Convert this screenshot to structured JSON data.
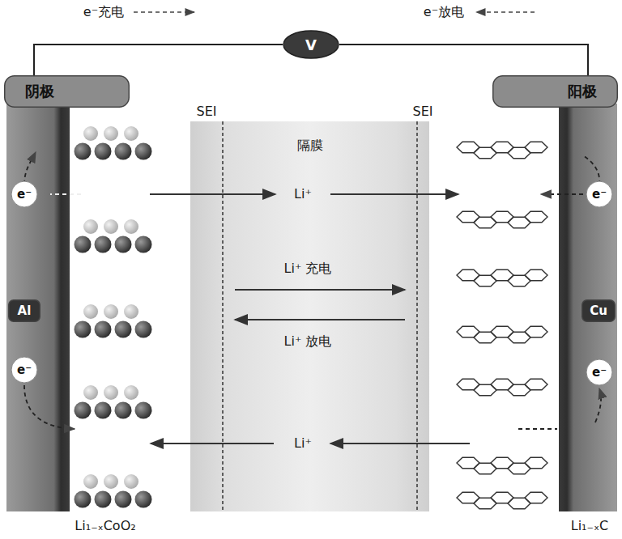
{
  "diagram": {
    "nodes": [
      {
        "text": [
          "V"
        ]
      },
      {
        "text": [
          "阴极"
        ]
      },
      {
        "text": [
          "阳极"
        ]
      },
      {
        "text": [
          "Al"
        ]
      },
      {
        "text": [
          "Cu"
        ]
      },
      {
        "text": [
          "e⁻"
        ]
      },
      {
        "text": [
          "e⁻"
        ]
      },
      {
        "text": [
          "e⁻"
        ]
      },
      {
        "text": [
          "e⁻"
        ]
      }
    ],
    "edges": [
      {
        "from": 1,
        "to": 0,
        "arrow": "none"
      },
      {
        "from": 0,
        "to": 2,
        "arrow": "none"
      }
    ],
    "labels": [
      "e⁻充电",
      "e⁻放电",
      "SEI",
      "SEI",
      "隔膜",
      "Li⁺",
      "Li⁺ 充电",
      "Li⁺ 放电",
      "Li⁺",
      "Li₁₋ₓCoO₂",
      "Li₁₋ₓC"
    ]
  }
}
